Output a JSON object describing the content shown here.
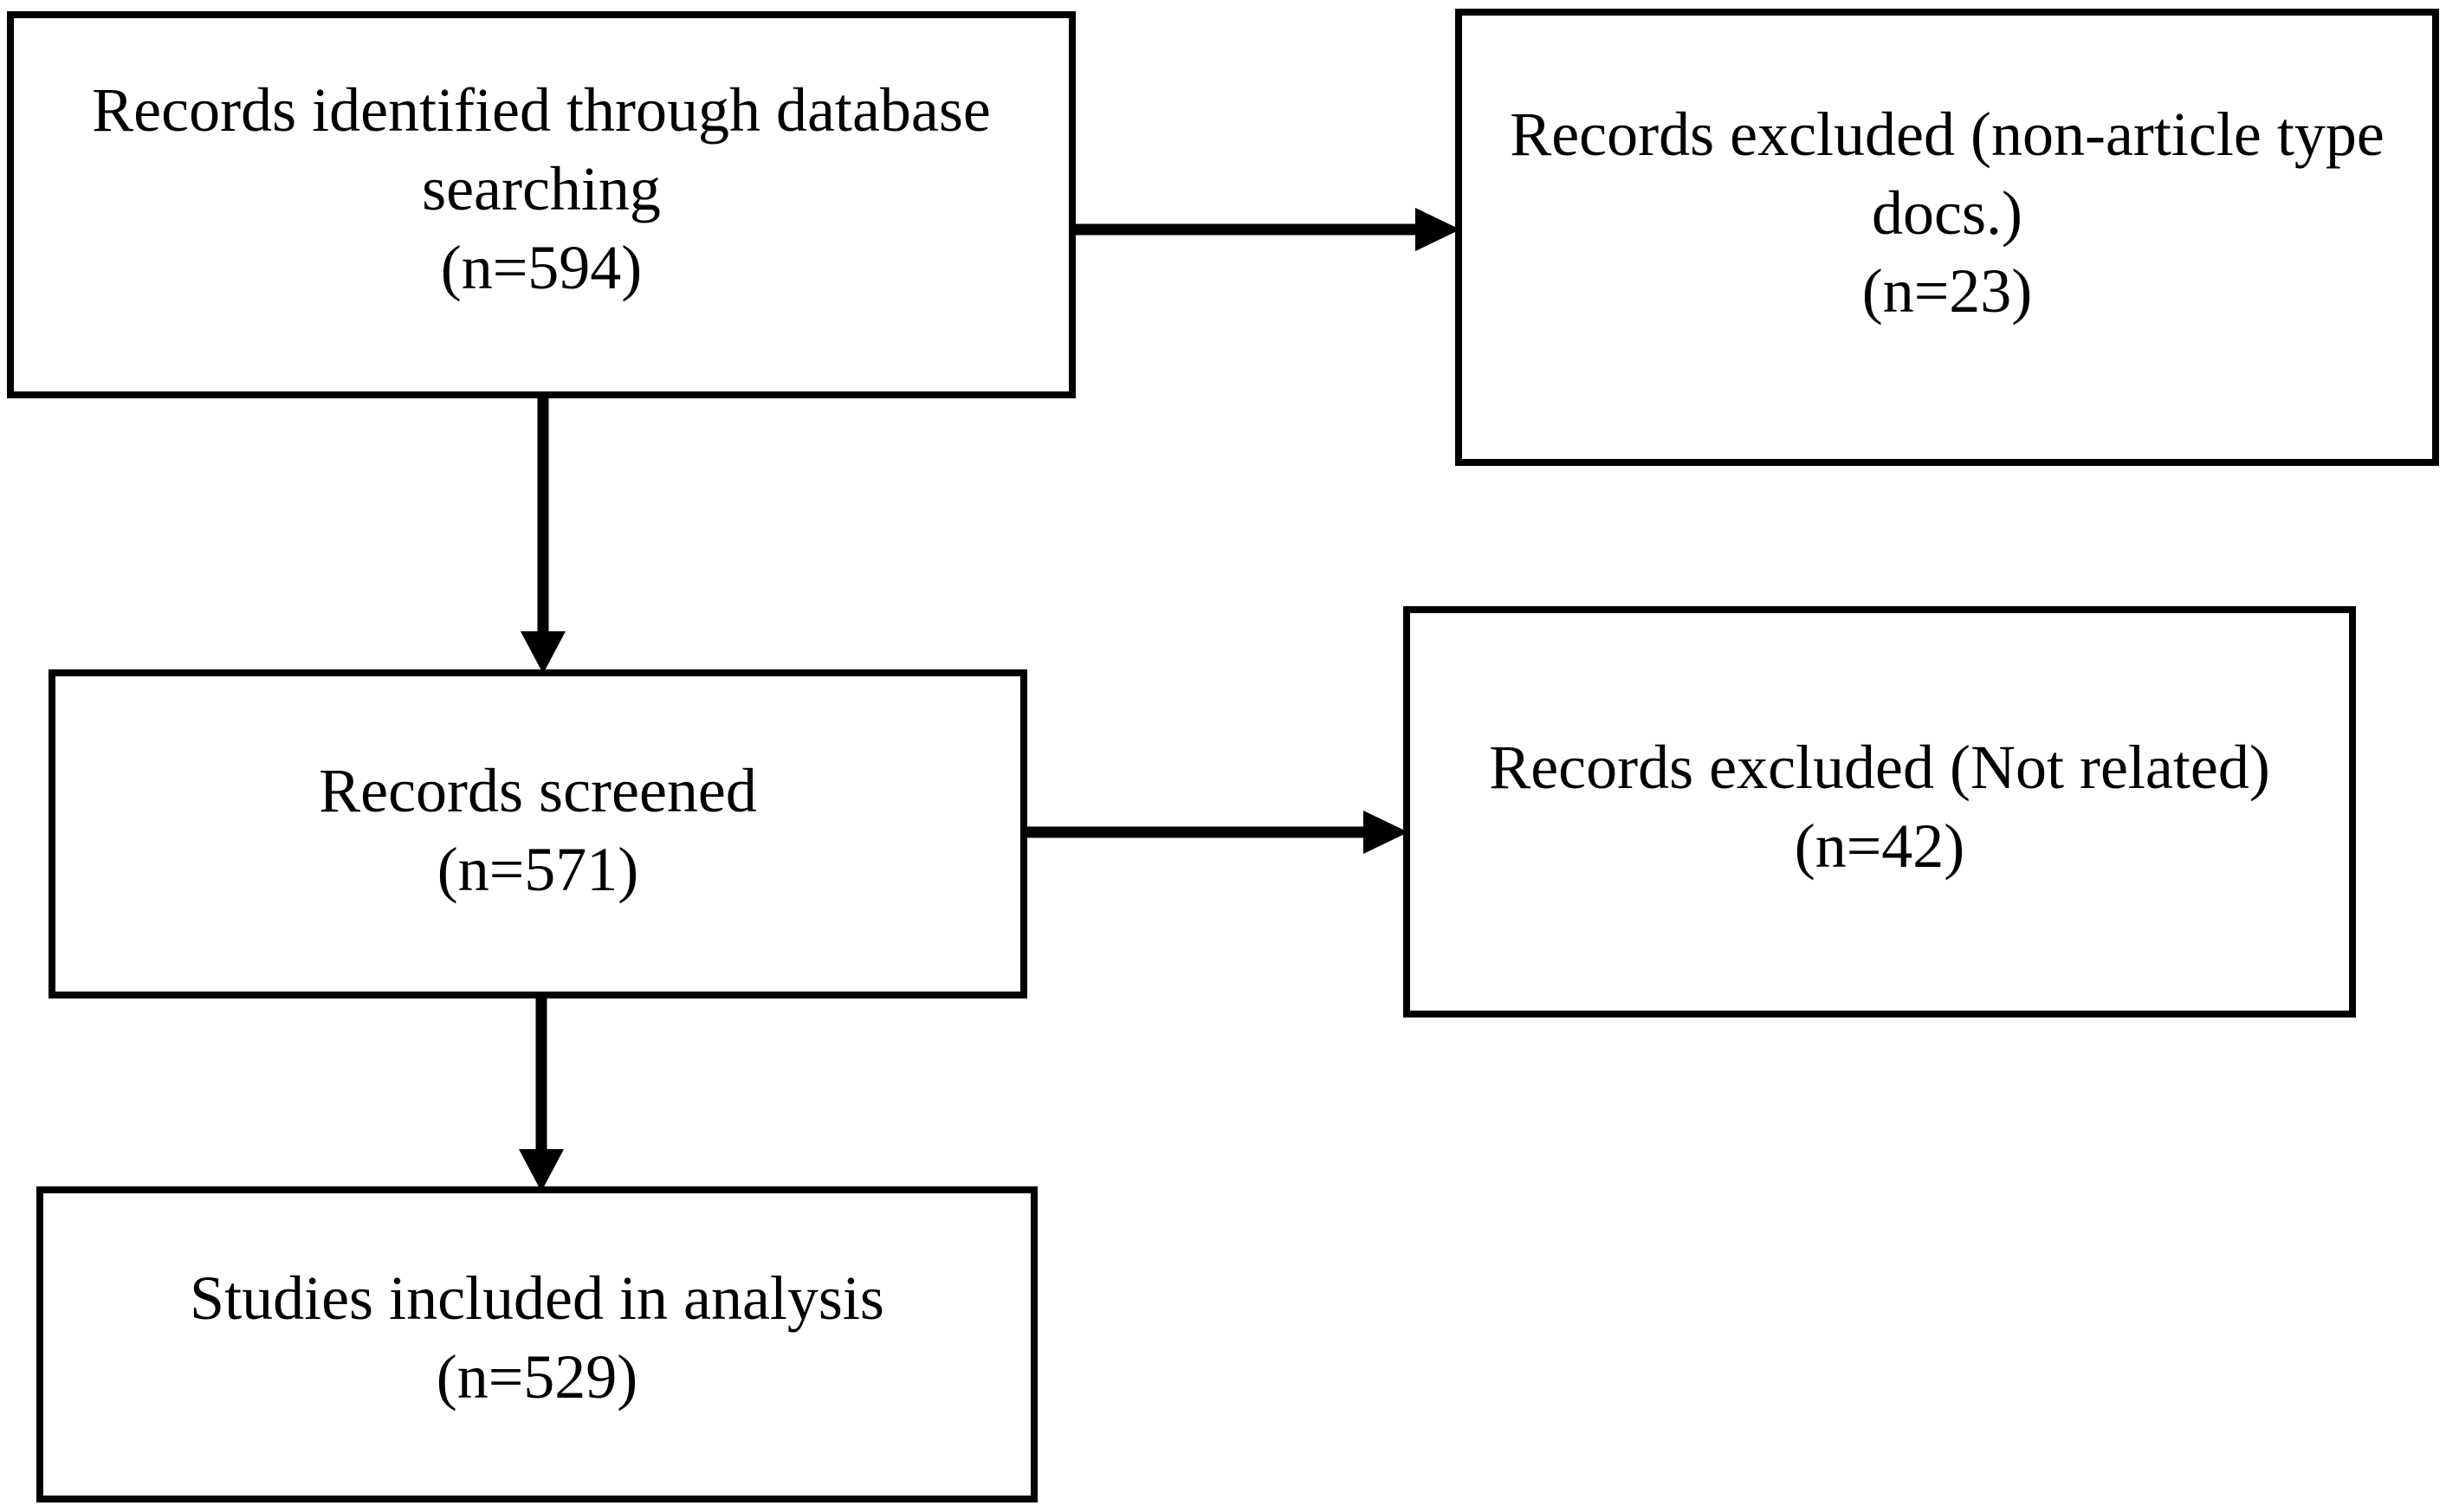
{
  "diagram": {
    "title": "PRISMA study selection flow diagram",
    "type": "flowchart",
    "background_color": "#FFFFFF",
    "line_color": "#000000",
    "text_color": "#000000",
    "nodes": [
      {
        "id": "records-identified",
        "label": "Records identified through database searching\n(n=594)",
        "line1": "Records identified through",
        "line2": "database searching",
        "count_line": "(n=594)",
        "count": 594
      },
      {
        "id": "records-excluded-non-article",
        "label": "Records excluded (non-article type docs.)\n(n=23)",
        "line1": "Records excluded (non-",
        "line2": "article type docs.)",
        "count_line": "(n=23)",
        "count": 23
      },
      {
        "id": "records-screened",
        "label": "Records screened\n(n=571)",
        "line1": "Records screened",
        "line2": "",
        "count_line": "(n=571)",
        "count": 571
      },
      {
        "id": "records-excluded-not-related",
        "label": "Records excluded (Not related)\n(n=42)",
        "line1": "Records excluded (Not",
        "line2": "related)",
        "count_line": "(n=42)",
        "count": 42
      },
      {
        "id": "studies-included",
        "label": "Studies included in analysis\n(n=529)",
        "line1": "Studies included in analysis",
        "line2": "",
        "count_line": "(n=529)",
        "count": 529
      }
    ],
    "edges": [
      {
        "id": "identified-to-excluded-type",
        "from": "records-identified",
        "to": "records-excluded-non-article",
        "direction": "right"
      },
      {
        "id": "identified-to-screened",
        "from": "records-identified",
        "to": "records-screened",
        "direction": "down"
      },
      {
        "id": "screened-to-excluded-related",
        "from": "records-screened",
        "to": "records-excluded-not-related",
        "direction": "right"
      },
      {
        "id": "screened-to-included",
        "from": "records-screened",
        "to": "studies-included",
        "direction": "down"
      }
    ],
    "boxes": {
      "records_identified": {
        "line1": "Records identified through",
        "line2": "database searching",
        "line3": "(n=594)"
      },
      "records_excluded_non_article": {
        "line1": "Records excluded (non-",
        "line2": "article type docs.)",
        "line3": "(n=23)"
      },
      "records_screened": {
        "line1": "Records screened",
        "line2": "(n=571)"
      },
      "records_excluded_not_related": {
        "line1": "Records excluded (Not",
        "line2": "related)",
        "line3": "(n=42)"
      },
      "studies_included": {
        "line1": "Studies included in analysis",
        "line2": "(n=529)"
      }
    }
  }
}
